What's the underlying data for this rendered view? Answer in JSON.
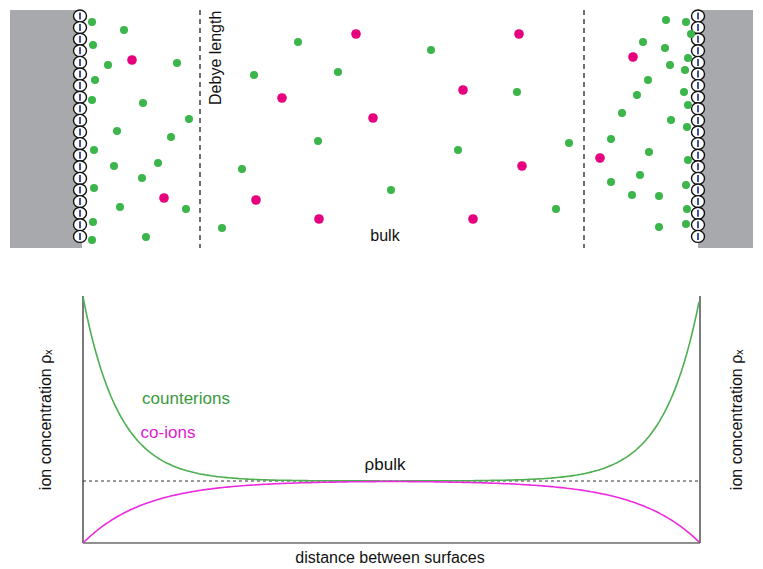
{
  "diagram": {
    "labels": [
      "Debye length",
      "bulk",
      "ion concentration ρₓ",
      "counterions",
      "ρbulk",
      "co-ions",
      "distance between surfaces",
      "ion concentration ρₓ"
    ]
  }
}
